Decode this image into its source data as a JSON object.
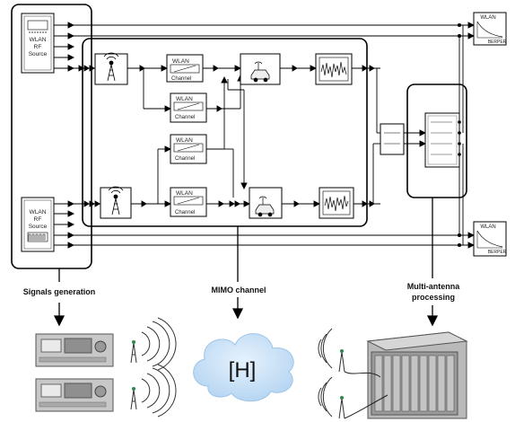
{
  "sources": {
    "top": {
      "line1": "WLAN",
      "line2": "RF",
      "line3": "Source"
    },
    "bottom": {
      "line1": "WLAN",
      "line2": "RF",
      "line3": "Source"
    }
  },
  "channel_blocks": [
    {
      "title": "WLAN",
      "subtitle": "Channel"
    },
    {
      "title": "WLAN",
      "subtitle": "Channel"
    },
    {
      "title": "WLAN",
      "subtitle": "Channel"
    },
    {
      "title": "WLAN",
      "subtitle": "Channel"
    }
  ],
  "berper": [
    {
      "title": "WLAN",
      "label": "BERPER"
    },
    {
      "title": "WLAN",
      "label": "BERPER"
    }
  ],
  "captions": {
    "signals": "Signals generation",
    "mimo": "MIMO channel",
    "multi_line1": "Multi-antenna",
    "multi_line2": "processing"
  },
  "cloud_text": "[H]",
  "colors": {
    "line": "#000000",
    "cloud": "#c9e2f8",
    "instrument": "#c8c8c8"
  }
}
